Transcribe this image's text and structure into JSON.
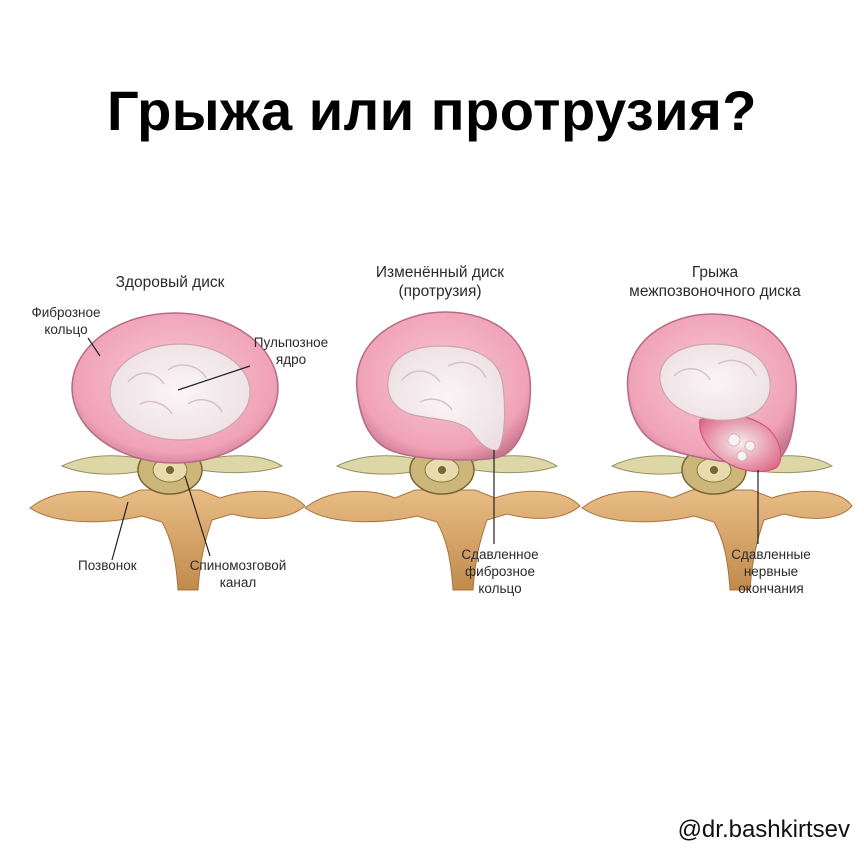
{
  "title": "Грыжа или протрузия?",
  "panels": [
    {
      "heading": "Здоровый диск",
      "labels": {
        "annulus": [
          "Фиброзное",
          "кольцо"
        ],
        "nucleus": [
          "Пульпозное",
          "ядро"
        ],
        "vertebra": "Позвонок",
        "canal": [
          "Спиномозговой",
          "канал"
        ]
      }
    },
    {
      "heading": [
        "Изменённый диск",
        "(протрузия)"
      ],
      "labels": {
        "compressed_annulus": [
          "Сдавленное",
          "фиброзное",
          "кольцо"
        ]
      }
    },
    {
      "heading": [
        "Грыжа",
        "межпозвоночного диска"
      ],
      "labels": {
        "compressed_nerves": [
          "Сдавленные",
          "нервные",
          "окончания"
        ]
      }
    }
  ],
  "handle": "@dr.bashkirtsev",
  "colors": {
    "annulus": "#f2a9bd",
    "nucleus": "#f5ecef",
    "bone": "#d9a86c",
    "cord": "#b0904a"
  }
}
